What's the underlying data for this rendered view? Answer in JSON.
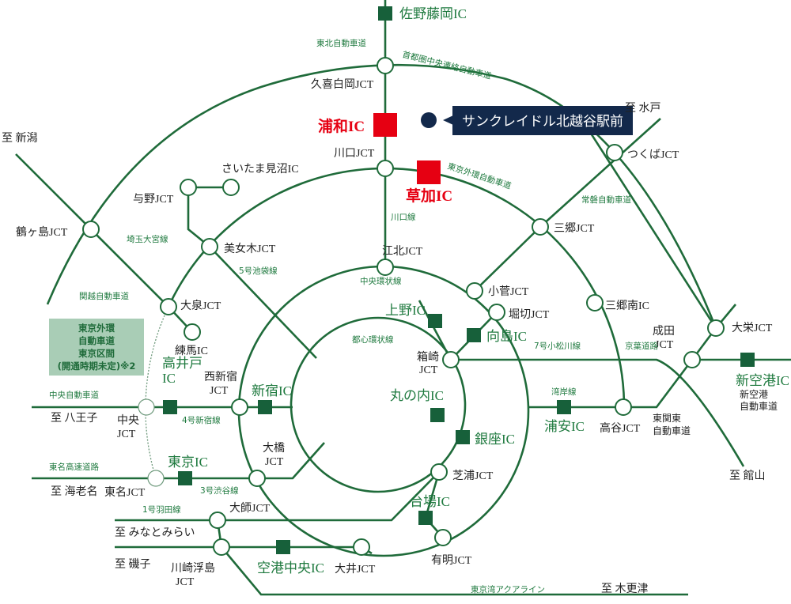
{
  "colors": {
    "road": "#1f6b3a",
    "label_green": "#1f7a3f",
    "highlight_red": "#e60012",
    "navy": "#13294b",
    "note_box": "#a9cdb6"
  },
  "highlight": {
    "property": "サンクレイドル北越谷駅前",
    "urawa_ic": "浦和IC",
    "soka_ic": "草加IC"
  },
  "ic": {
    "sano": "佐野藤岡IC",
    "ueno": "上野IC",
    "mukojima": "向島IC",
    "shinkuko": "新空港IC",
    "takaido_1": "高井戸",
    "takaido_2": "IC",
    "shinjuku": "新宿IC",
    "marunouchi": "丸の内IC",
    "urayasu": "浦安IC",
    "ginza": "銀座IC",
    "tokyo": "東京IC",
    "daiba": "台場IC",
    "kuko_chuo": "空港中央IC"
  },
  "jct": {
    "kuki": "久喜白岡JCT",
    "kawaguchi": "川口JCT",
    "tsukuba": "つくばJCT",
    "misato": "三郷JCT",
    "minuma": "さいたま見沼IC",
    "yono": "与野JCT",
    "tsurugashima": "鶴ヶ島JCT",
    "bijogi": "美女木JCT",
    "kohoku": "江北JCT",
    "kosuge": "小菅JCT",
    "oizumi": "大泉JCT",
    "horikiri": "堀切JCT",
    "misato_minami": "三郷南IC",
    "narita_1": "成田",
    "narita_2": "JCT",
    "taiei": "大栄JCT",
    "hakozaki_1": "箱崎",
    "hakozaki_2": "JCT",
    "nerima": "練馬IC",
    "nishishinjuku_1": "西新宿",
    "nishishinjuku_2": "JCT",
    "chuo_1": "中央",
    "chuo_2": "JCT",
    "koya": "高谷JCT",
    "ohashi_1": "大橋",
    "ohashi_2": "JCT",
    "shibaura": "芝浦JCT",
    "tomei": "東名JCT",
    "daishi": "大師JCT",
    "ariake": "有明JCT",
    "oi": "大井JCT",
    "ukishima_1": "川崎浮島",
    "ukishima_2": "JCT",
    "shinkuko_road_1": "新空港",
    "shinkuko_road_2": "自動車道",
    "higashikanto_1": "東関東",
    "higashikanto_2": "自動車道"
  },
  "roads": {
    "tohoku": "東北自動車道",
    "ken_o": "首都圏中央連絡自動車道",
    "gaikan": "東京外環自動車道",
    "kawaguchi_line": "川口線",
    "joban": "常磐自動車道",
    "saitama_omiya": "埼玉大宮線",
    "ikebukuro": "5号池袋線",
    "chuo_kanjo": "中央環状線",
    "kanetsu": "関越自動車道",
    "toshin_kanjo": "都心環状線",
    "komatsugawa": "7号小松川線",
    "keiyo": "京葉道路",
    "wangan": "湾岸線",
    "chuo_exp": "中央自動車道",
    "shinjuku_line": "4号新宿線",
    "tomei_exp": "東名高速道路",
    "shibuya": "3号渋谷線",
    "haneda": "1号羽田線",
    "aqualine": "東京湾アクアライン"
  },
  "destinations": {
    "mito": "至 水戸",
    "niigata": "至 新潟",
    "hachioji": "至 八王子",
    "tateyama": "至 館山",
    "ebina": "至 海老名",
    "minatomirai": "至 みなとみらい",
    "isogo": "至 磯子",
    "kisarazu": "至 木更津"
  },
  "note_box": {
    "line1": "東京外環",
    "line2": "自動車道",
    "line3": "東京区間",
    "line4": "(開通時期未定)※2"
  }
}
